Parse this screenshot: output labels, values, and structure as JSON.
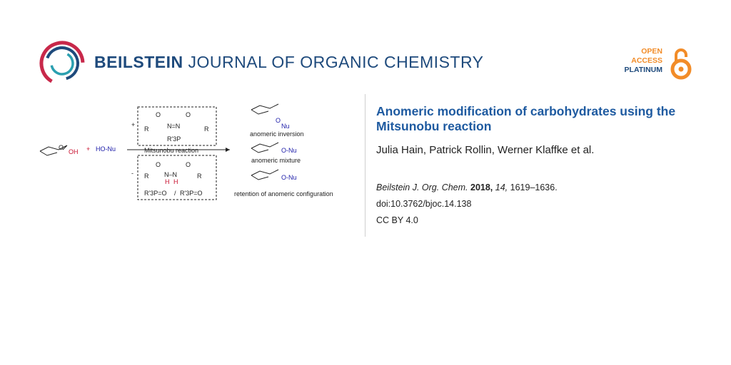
{
  "header": {
    "journal_bold": "BEILSTEIN",
    "journal_rest": "JOURNAL OF ORGANIC CHEMISTRY",
    "oa_line1": "OPEN",
    "oa_line2": "ACCESS",
    "oa_line3": "PLATINUM",
    "brand_blue": "#1e4a7c",
    "brand_orange": "#f28c28"
  },
  "scheme": {
    "reagent_oh": "OH",
    "plus1": "+",
    "nucleophile": "HO-Nu",
    "arrow_label": "Mitsunobu reaction",
    "box_top_sign": "+",
    "box_bottom_sign": "-",
    "azo": "N=N",
    "r": "R",
    "o": "O",
    "phosphine": "R'3P",
    "hydrazine_n": "N–N",
    "h": "H",
    "oxide1": "R'3P=O",
    "slash": "/",
    "oxide2": "R'3P=O",
    "product1_group": "O",
    "product1_nu": "Nu",
    "product1_label": "anomeric inversion",
    "product2_group": "O-Nu",
    "product2_label": "anomeric mixture",
    "product3_group": "O-Nu",
    "product3_label": "retention of anomeric configuration"
  },
  "article": {
    "title": "Anomeric modification of carbohydrates using the Mitsunobu reaction",
    "authors": "Julia Hain, Patrick Rollin, Werner Klaffke et al.",
    "journal_abbrev": "Beilstein J. Org. Chem.",
    "year": "2018,",
    "volume": "14,",
    "pages": "1619–1636.",
    "doi": "doi:10.3762/bjoc.14.138",
    "license": "CC BY 4.0"
  }
}
